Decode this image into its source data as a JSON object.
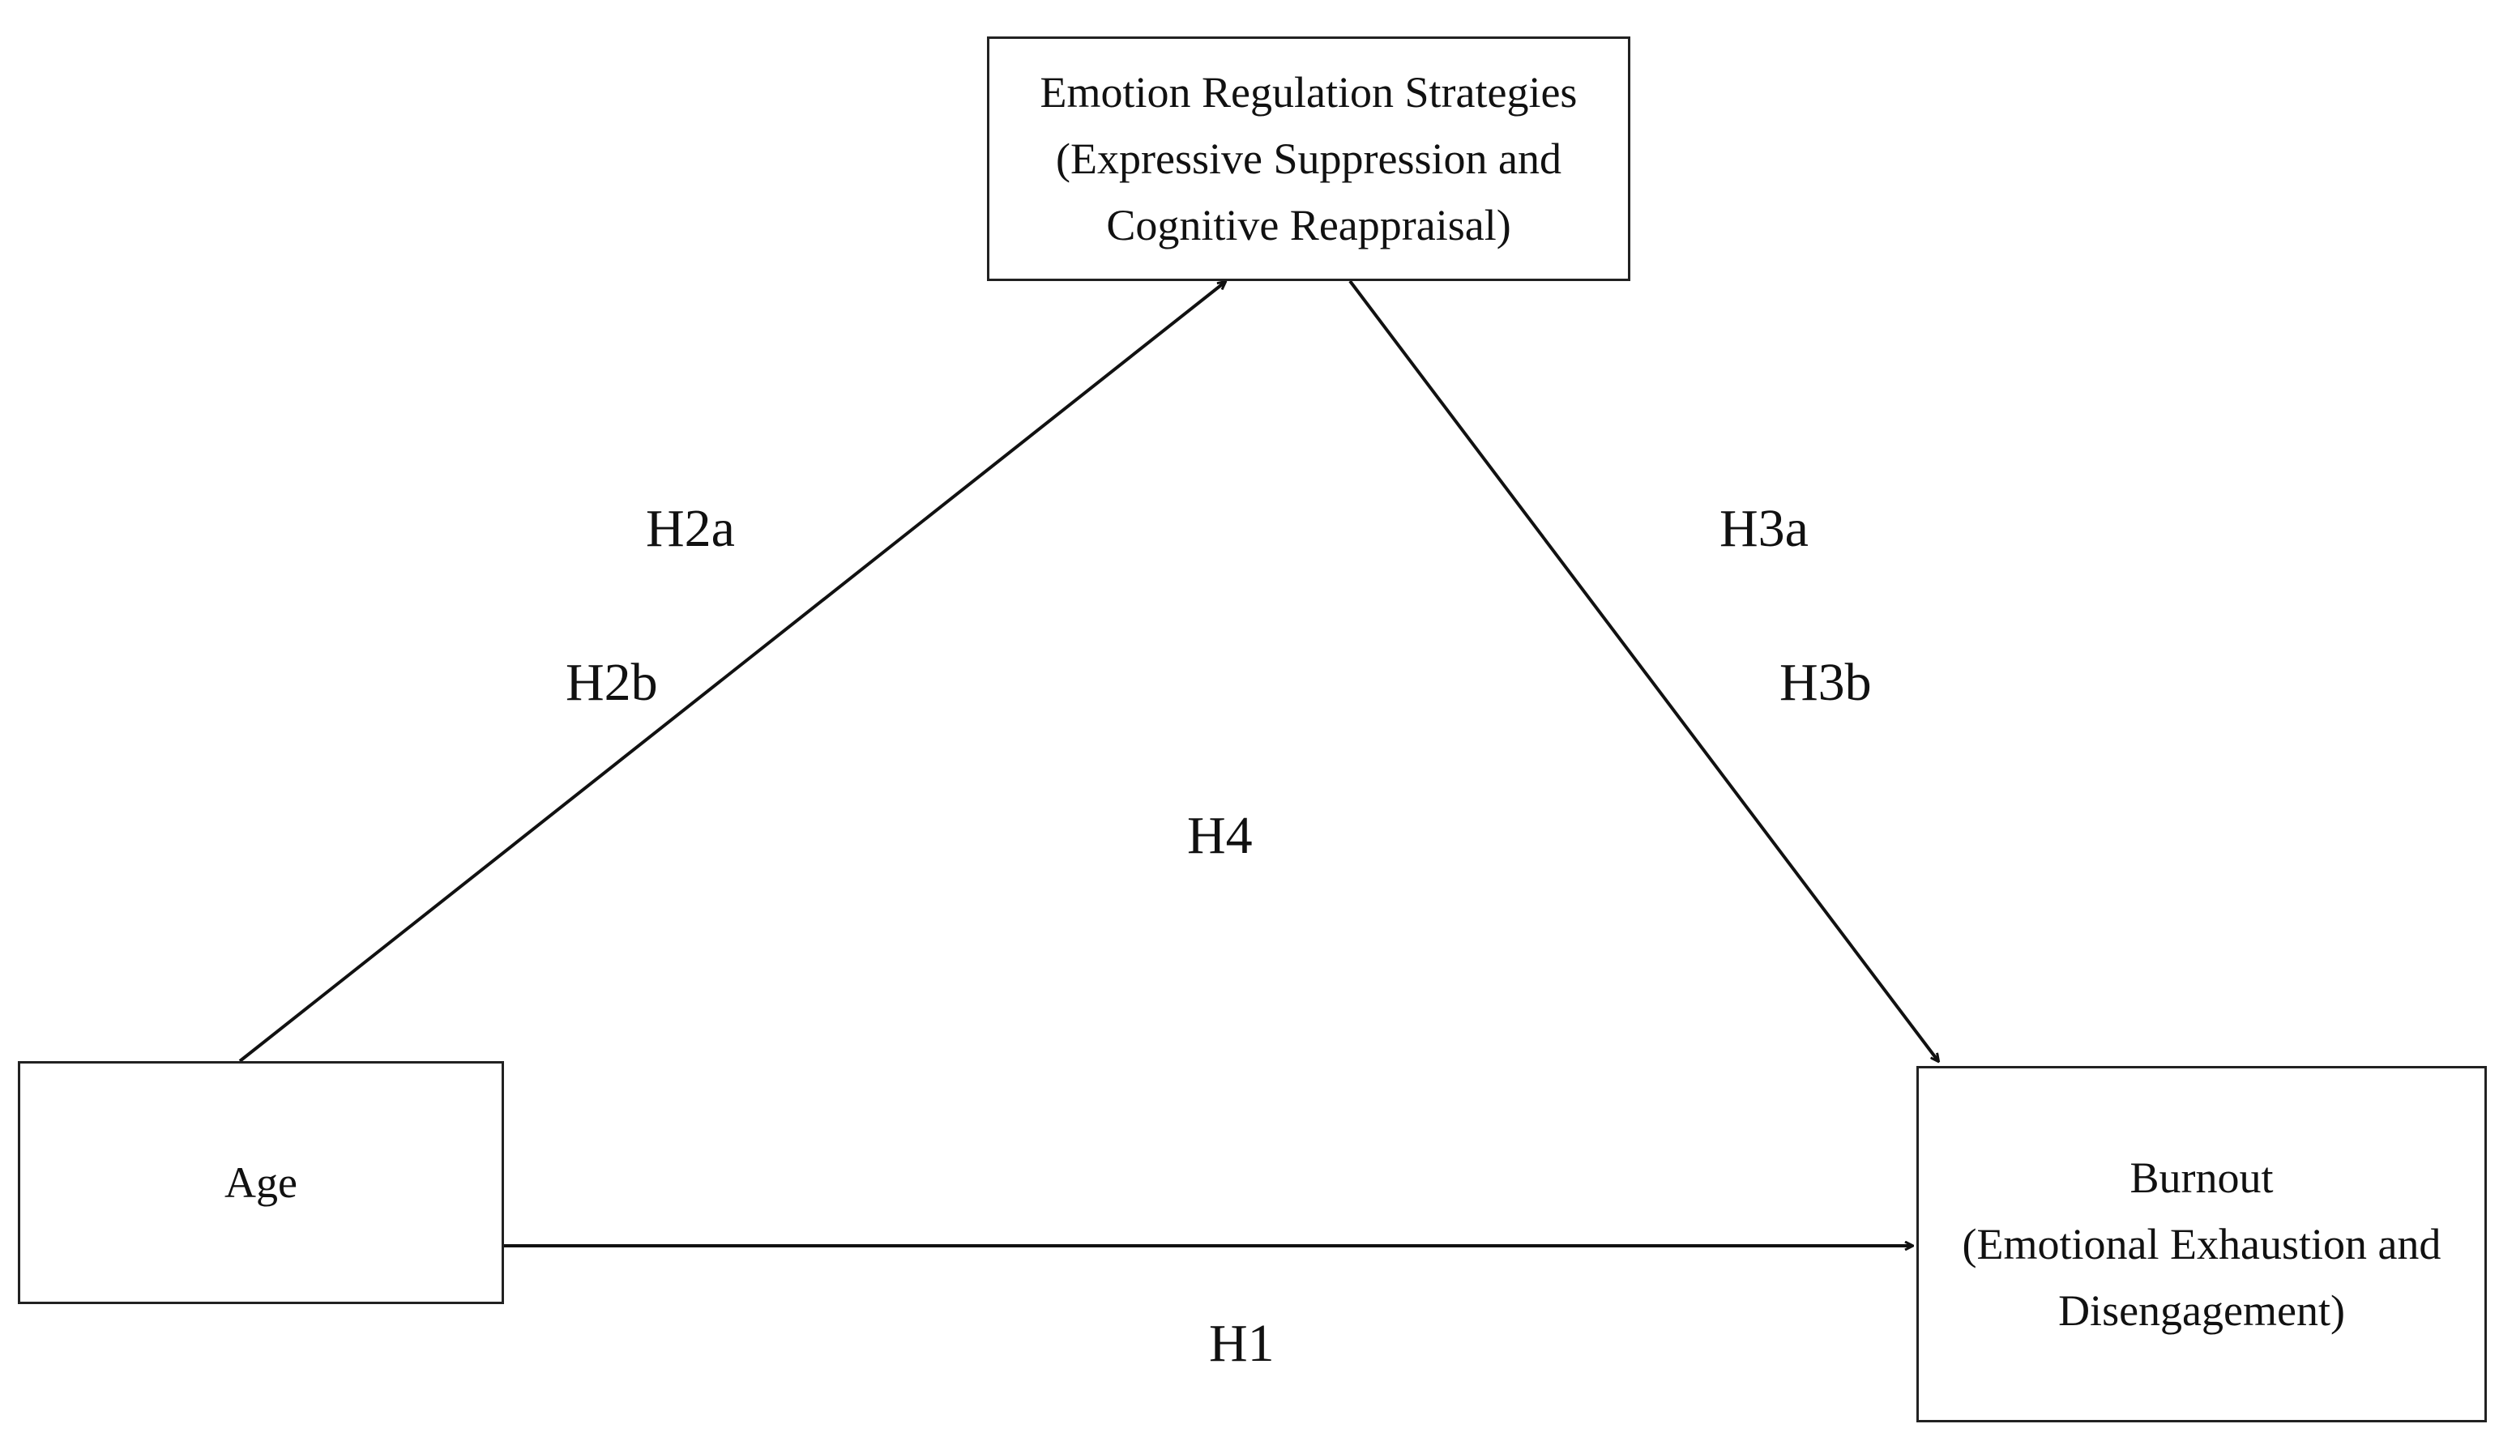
{
  "nodes": {
    "emotion_regulation": {
      "lines": [
        "Emotion Regulation Strategies",
        "(Expressive Suppression and",
        "Cognitive Reappraisal)"
      ]
    },
    "age": {
      "lines": [
        "Age"
      ]
    },
    "burnout": {
      "lines": [
        "Burnout",
        "(Emotional Exhaustion and",
        "Disengagement)"
      ]
    }
  },
  "hypotheses": {
    "h2a": "H2a",
    "h2b": "H2b",
    "h3a": "H3a",
    "h3b": "H3b",
    "h4": "H4",
    "h1": "H1"
  },
  "edges": [
    {
      "from": "age",
      "to": "emotion_regulation",
      "labels": [
        "H2a",
        "H2b"
      ]
    },
    {
      "from": "emotion_regulation",
      "to": "burnout",
      "labels": [
        "H3a",
        "H3b"
      ]
    },
    {
      "from": "age",
      "to": "burnout",
      "labels": [
        "H1"
      ]
    }
  ],
  "colors": {
    "line": "#111111",
    "box_border": "#222222",
    "background": "#ffffff"
  }
}
